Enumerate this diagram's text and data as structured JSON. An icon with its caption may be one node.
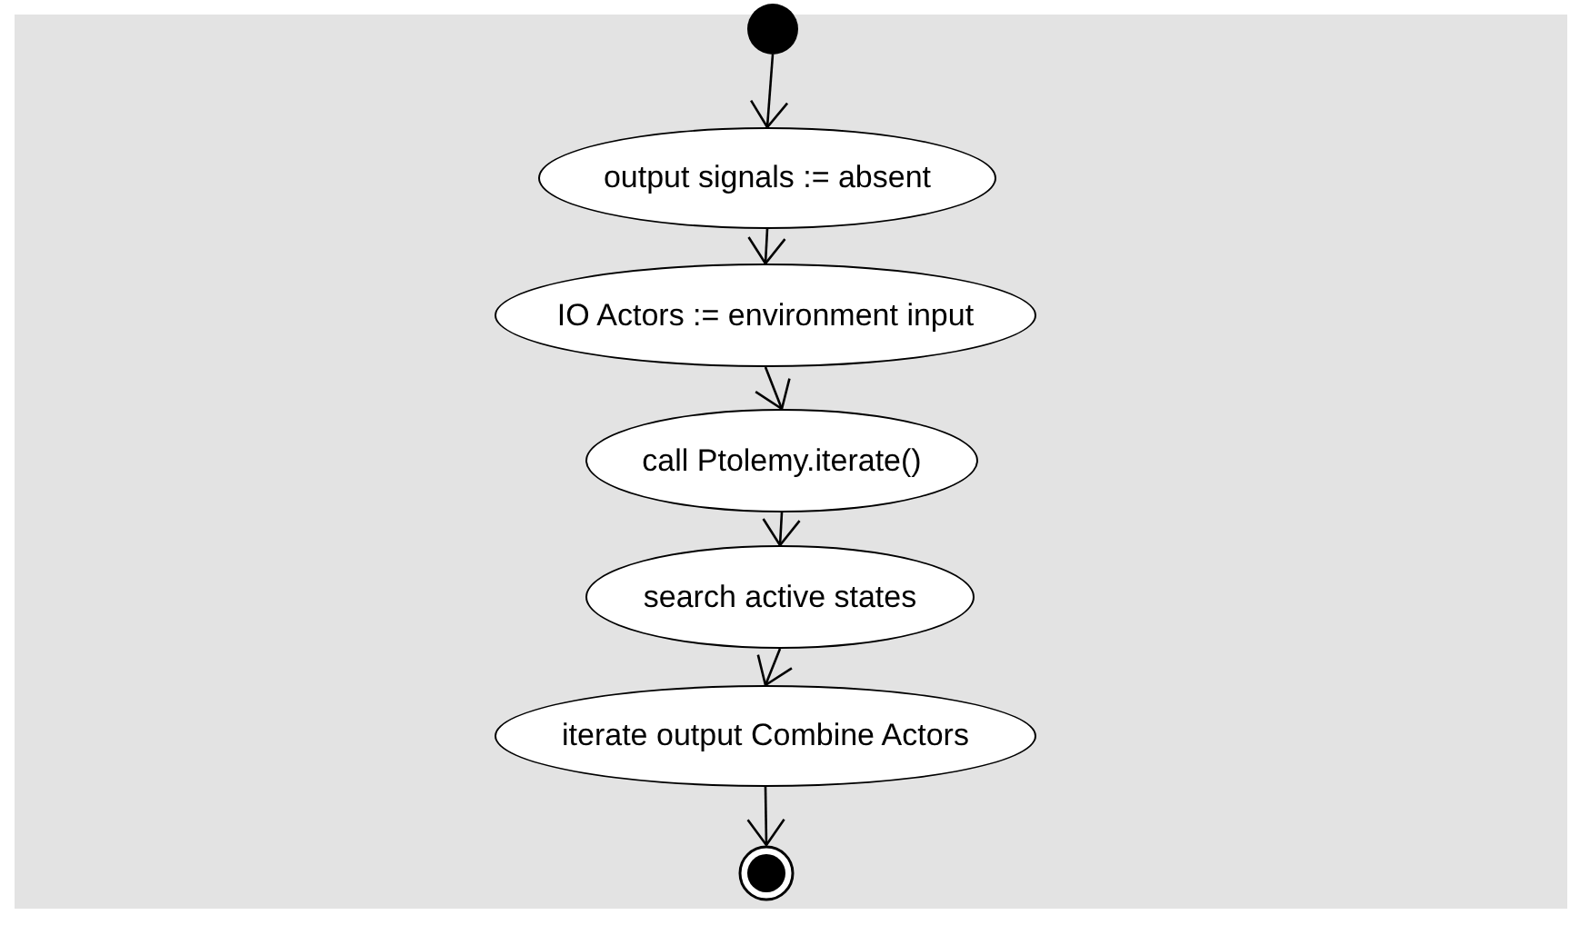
{
  "diagram": {
    "nodes": [
      {
        "text": [],
        "shape": "circle"
      },
      {
        "text": [
          "output signals := absent"
        ]
      },
      {
        "text": [
          "IO Actors := environment input"
        ]
      },
      {
        "text": [
          "call Ptolemy.iterate()"
        ]
      },
      {
        "text": [
          "search active states"
        ]
      },
      {
        "text": [
          "iterate output Combine Actors"
        ]
      },
      {
        "text": [],
        "shape": "circle"
      }
    ],
    "edges": [
      {
        "from": 0,
        "to": 1,
        "arrow": "to"
      },
      {
        "from": 1,
        "to": 2,
        "arrow": "to"
      },
      {
        "from": 2,
        "to": 3,
        "arrow": "to"
      },
      {
        "from": 3,
        "to": 4,
        "arrow": "to"
      },
      {
        "from": 4,
        "to": 5,
        "arrow": "to"
      },
      {
        "from": 5,
        "to": 6,
        "arrow": "to"
      }
    ]
  }
}
